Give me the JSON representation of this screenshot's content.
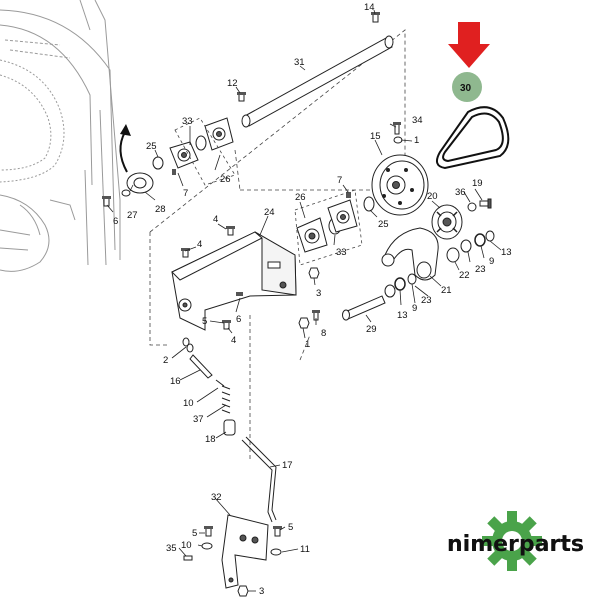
{
  "diagram": {
    "part_labels": {
      "p14": "14",
      "p31": "31",
      "p12": "12",
      "p33a": "33",
      "p25a": "25",
      "p27": "27",
      "p26a": "26",
      "p7a": "7",
      "p28": "28",
      "p6a": "6",
      "p30": "30",
      "p34": "34",
      "p1a": "1",
      "p15": "15",
      "p7b": "7",
      "p26b": "26",
      "p33b": "33",
      "p25b": "25",
      "p20": "20",
      "p36": "36",
      "p19": "19",
      "p4a": "4",
      "p24": "24",
      "p4b": "4",
      "p3a": "3",
      "p6b": "6",
      "p4c": "4",
      "p5a": "5",
      "p8": "8",
      "p1b": "1",
      "p9a": "9",
      "p13a": "13",
      "p23a": "23",
      "p22": "22",
      "p21": "21",
      "p23b": "23",
      "p9b": "9",
      "p13b": "13",
      "p29": "29",
      "p2": "2",
      "p16": "16",
      "p10a": "10",
      "p37": "37",
      "p18": "18",
      "p17": "17",
      "p32": "32",
      "p5b": "5",
      "p10b": "10",
      "p5c": "5",
      "p35": "35",
      "p11": "11",
      "p3b": "3"
    },
    "highlight": {
      "label": "30",
      "marker_color": "#e02020",
      "badge_color": "#8fb88f"
    }
  },
  "brand": {
    "name": "nimerparts",
    "gear_color": "#4aa34a"
  }
}
